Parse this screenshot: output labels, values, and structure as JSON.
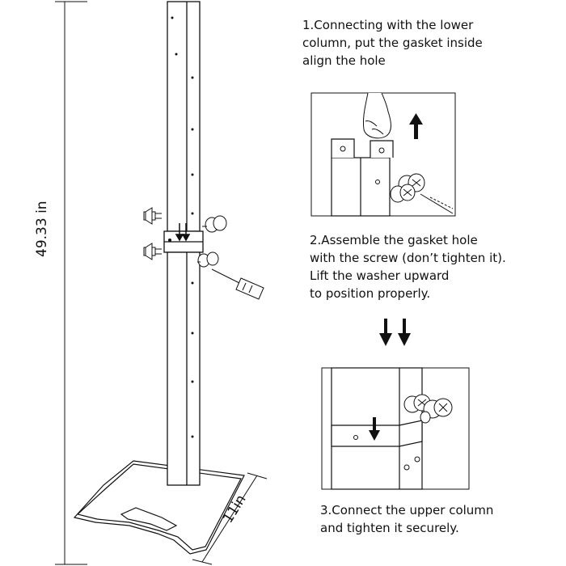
{
  "dimensions": {
    "height_label": "49.33 in",
    "width_label": "11in"
  },
  "steps": [
    {
      "lines": [
        "1.Connecting with the lower",
        "column, put the gasket inside",
        "align the hole"
      ]
    },
    {
      "lines": [
        "2.Assemble the gasket hole",
        "with the screw (don’t tighten it).",
        "Lift the washer upward",
        "to position properly."
      ]
    },
    {
      "lines": [
        "3.Connect the upper column",
        "and tighten it securely."
      ]
    }
  ],
  "arrows": {
    "step1_direction": "up",
    "step2_direction": "down",
    "between_steps": "down-down"
  },
  "colors": {
    "line": "#111111",
    "fill": "#ffffff"
  }
}
